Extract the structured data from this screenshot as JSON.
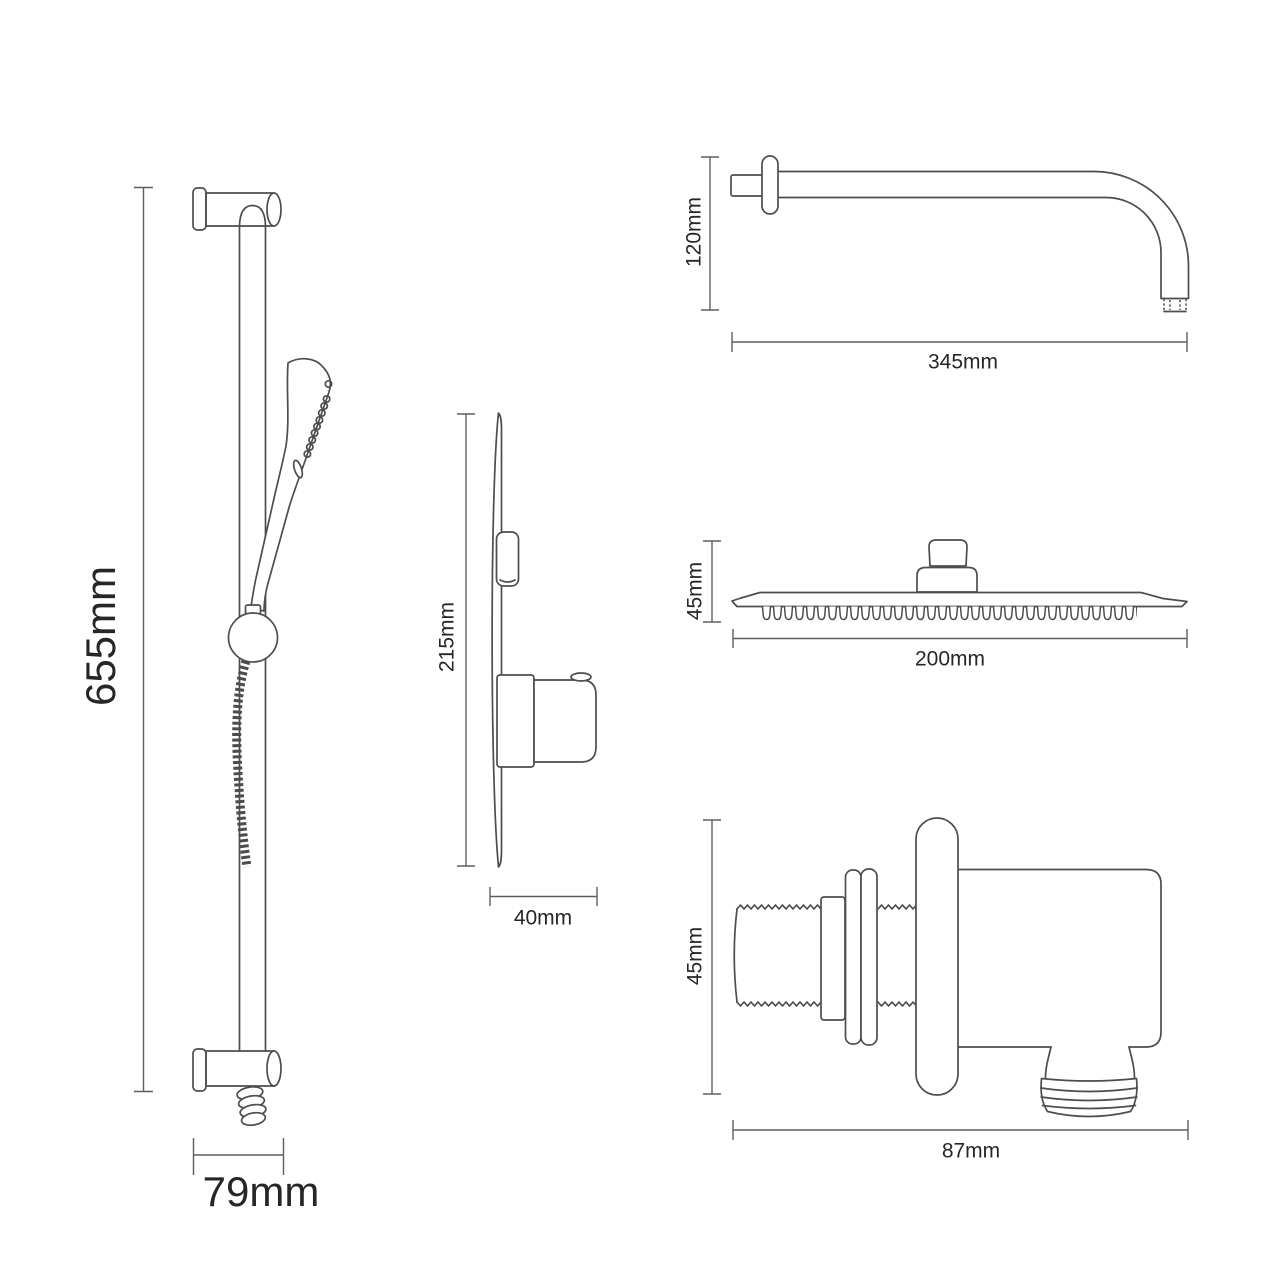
{
  "diagram": {
    "slide_bar": {
      "height_label": "655mm",
      "width_label": "79mm"
    },
    "valve": {
      "height_label": "215mm",
      "depth_label": "40mm"
    },
    "shower_arm": {
      "height_label": "120mm",
      "length_label": "345mm"
    },
    "shower_head": {
      "height_label": "45mm",
      "diameter_label": "200mm"
    },
    "wall_outlet": {
      "height_label": "45mm",
      "width_label": "87mm"
    }
  },
  "colors": {
    "line_color": "#4d4d4d",
    "dim_color": "#5e5e5e",
    "text_color": "#262626",
    "bg_color": "#ffffff"
  }
}
